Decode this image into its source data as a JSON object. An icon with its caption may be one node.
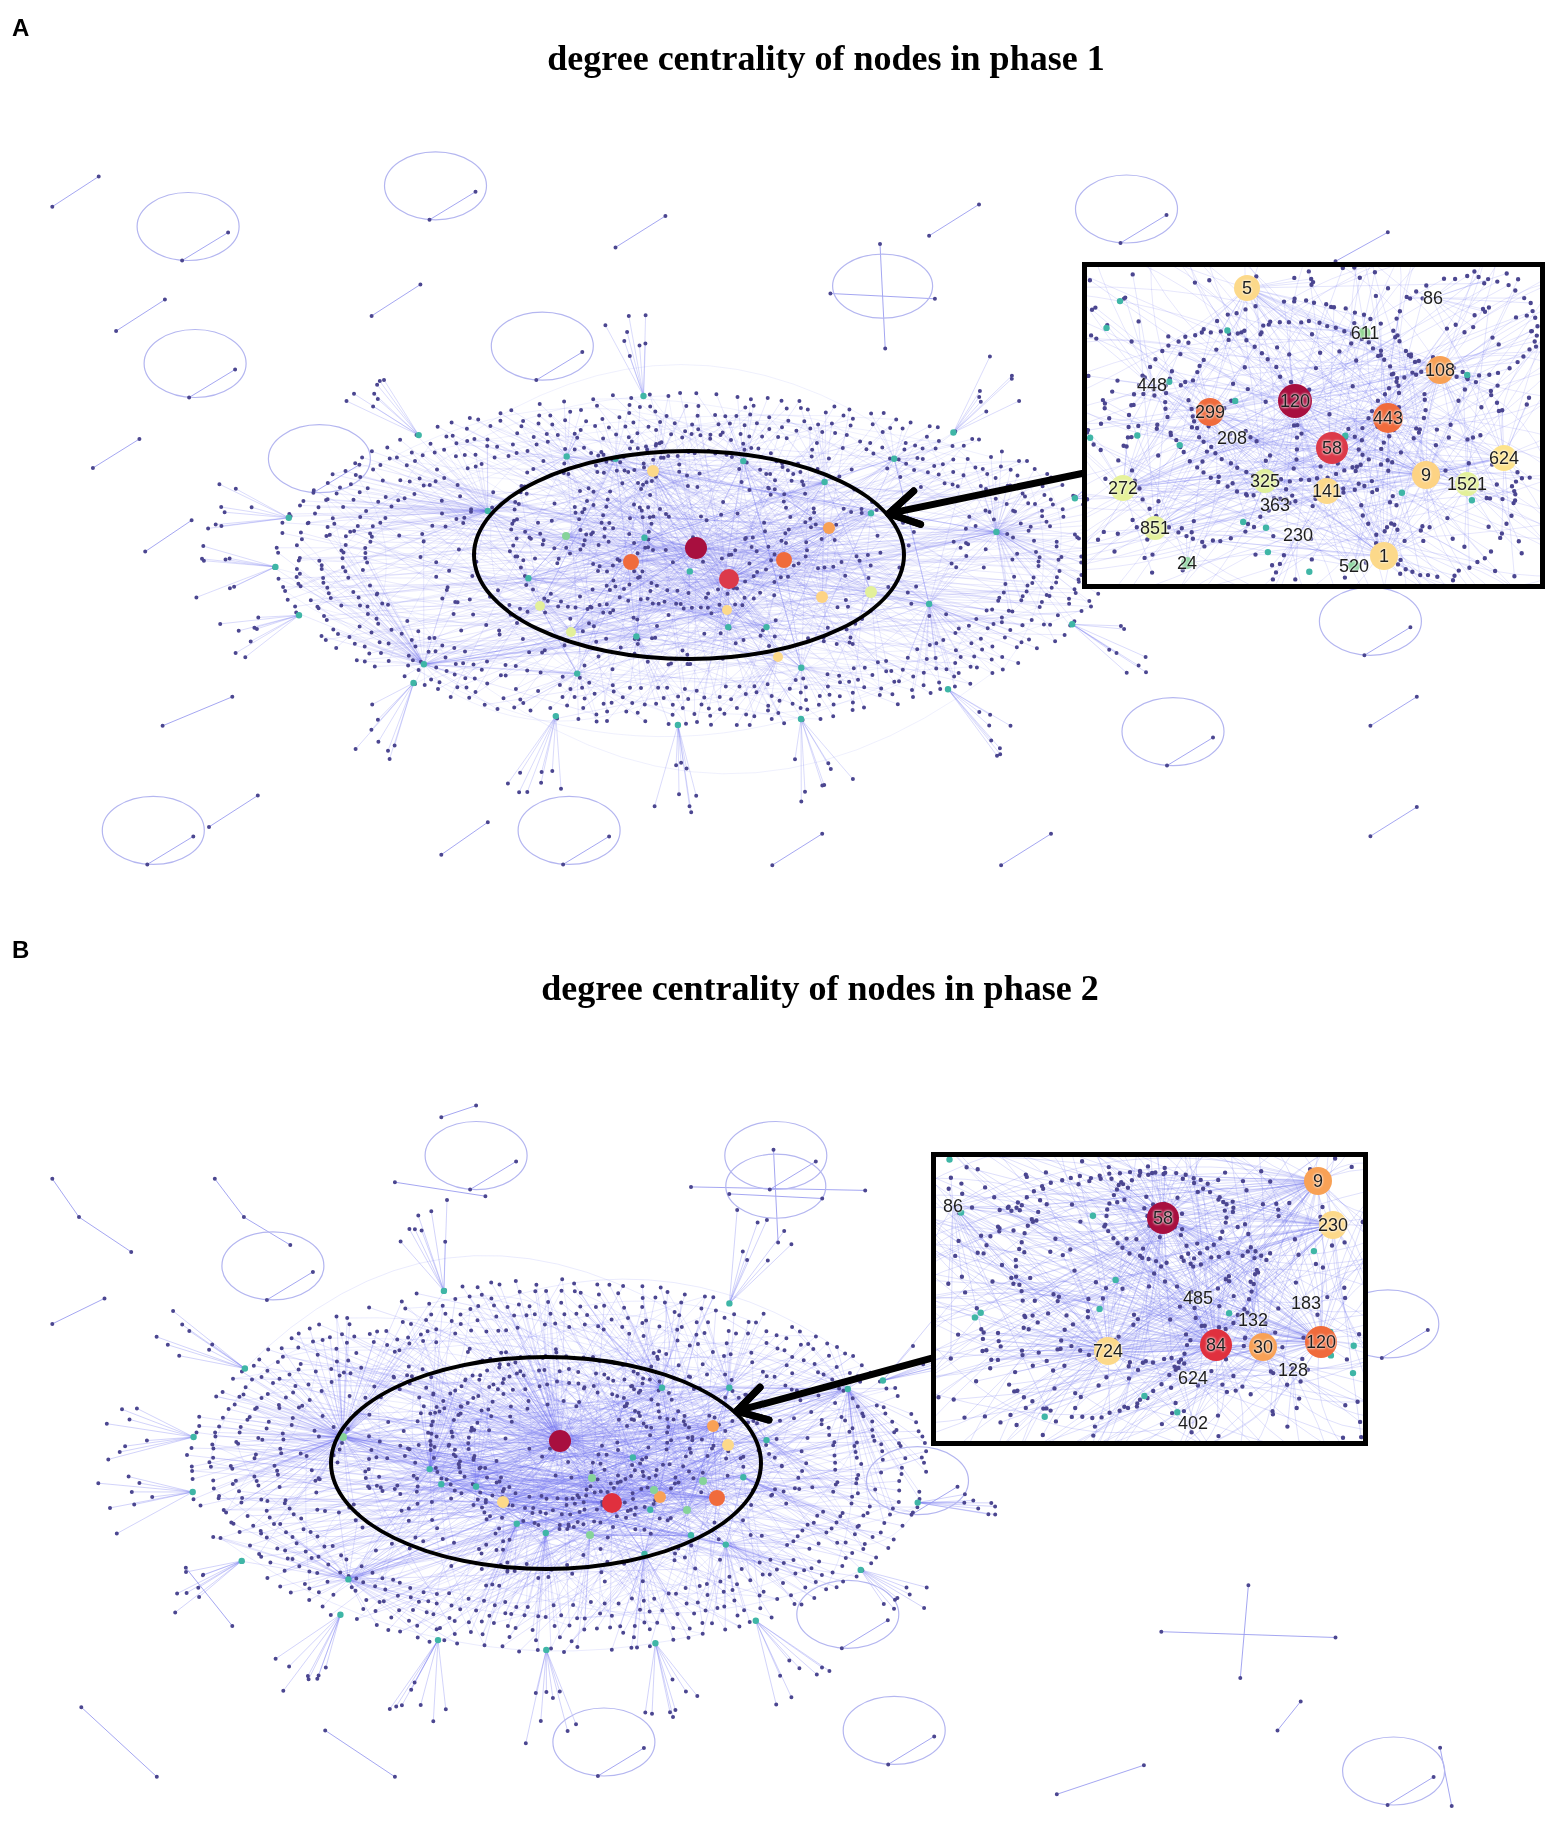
{
  "diagram": {
    "nodes": [
      {
        "text": [],
        "shape": "box"
      },
      {
        "text": [
          "5"
        ],
        "in": 0
      },
      {
        "text": [
          "86"
        ],
        "in": 0
      },
      {
        "text": [
          "611"
        ],
        "in": 0
      },
      {
        "text": [
          "448"
        ],
        "in": 0
      },
      {
        "text": [
          "108"
        ],
        "in": 0
      },
      {
        "text": [
          "120"
        ],
        "in": 0
      },
      {
        "text": [
          "299"
        ],
        "in": 0
      },
      {
        "text": [
          "208"
        ],
        "in": 0
      },
      {
        "text": [
          "443"
        ],
        "in": 0
      },
      {
        "text": [
          "58"
        ],
        "in": 0
      },
      {
        "text": [
          "624"
        ],
        "in": 0
      },
      {
        "text": [
          "1521"
        ],
        "in": 0
      },
      {
        "text": [
          "9"
        ],
        "in": 0
      },
      {
        "text": [
          "272"
        ],
        "in": 0
      },
      {
        "text": [
          "325"
        ],
        "in": 0
      },
      {
        "text": [
          "141"
        ],
        "in": 0
      },
      {
        "text": [
          "363"
        ],
        "in": 0
      },
      {
        "text": [
          "851"
        ],
        "in": 0
      },
      {
        "text": [
          "230"
        ],
        "in": 0
      },
      {
        "text": [
          "24"
        ],
        "in": 0
      },
      {
        "text": [
          "520"
        ],
        "in": 0
      },
      {
        "text": [
          "1"
        ],
        "in": 0
      },
      {
        "text": [],
        "shape": "ellipse"
      },
      {
        "text": [],
        "shape": "box"
      },
      {
        "text": [
          "9"
        ],
        "in": 24
      },
      {
        "text": [
          "86"
        ],
        "in": 24
      },
      {
        "text": [
          "58"
        ],
        "in": 24
      },
      {
        "text": [
          "230"
        ],
        "in": 24
      },
      {
        "text": [
          "485"
        ],
        "in": 24
      },
      {
        "text": [
          "183"
        ],
        "in": 24
      },
      {
        "text": [
          "132"
        ],
        "in": 24
      },
      {
        "text": [
          "724"
        ],
        "in": 24
      },
      {
        "text": [
          "84"
        ],
        "in": 24
      },
      {
        "text": [
          "624"
        ],
        "in": 24
      },
      {
        "text": [
          "30"
        ],
        "in": 24
      },
      {
        "text": [
          "120"
        ],
        "in": 24
      },
      {
        "text": [
          "128"
        ],
        "in": 24
      },
      {
        "text": [
          "402"
        ],
        "in": 24
      },
      {
        "text": [],
        "shape": "ellipse"
      }
    ],
    "edges": [
      {
        "from": 0,
        "to": 23,
        "arrow": "to"
      },
      {
        "from": 24,
        "to": 39,
        "arrow": "to"
      }
    ],
    "labels": [
      "A",
      "degree centrality of nodes in phase 1",
      "B",
      "degree centrality of nodes in phase 2"
    ]
  }
}
